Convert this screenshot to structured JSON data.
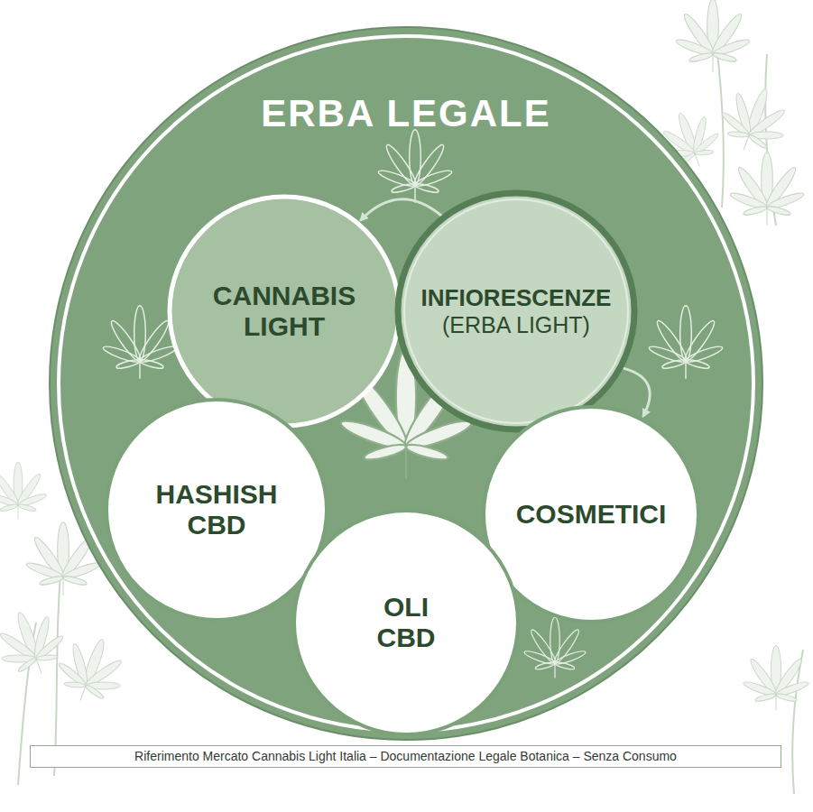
{
  "diagram": {
    "caption": "Riferimento Mercato Cannabis Light Italia – Documentazione Legale Botanica – Senza Consumo",
    "nodes": [
      {
        "text": [
          "ERBA LEGALE"
        ]
      },
      {
        "text": [
          "CANNABIS LIGHT"
        ],
        "in": 0
      },
      {
        "text": [
          "INFIORESCENZE",
          "(ERBA LIGHT)"
        ],
        "in": 0
      },
      {
        "text": [
          "HASHISH CBD"
        ],
        "in": 0
      },
      {
        "text": [
          "COSMETICI"
        ],
        "in": 0
      },
      {
        "text": [
          "OLI CBD"
        ],
        "in": 0
      }
    ],
    "edges": [
      {
        "from": 2,
        "to": 1,
        "arrow": "to"
      },
      {
        "from": 2,
        "to": 4,
        "arrow": "to"
      }
    ]
  }
}
